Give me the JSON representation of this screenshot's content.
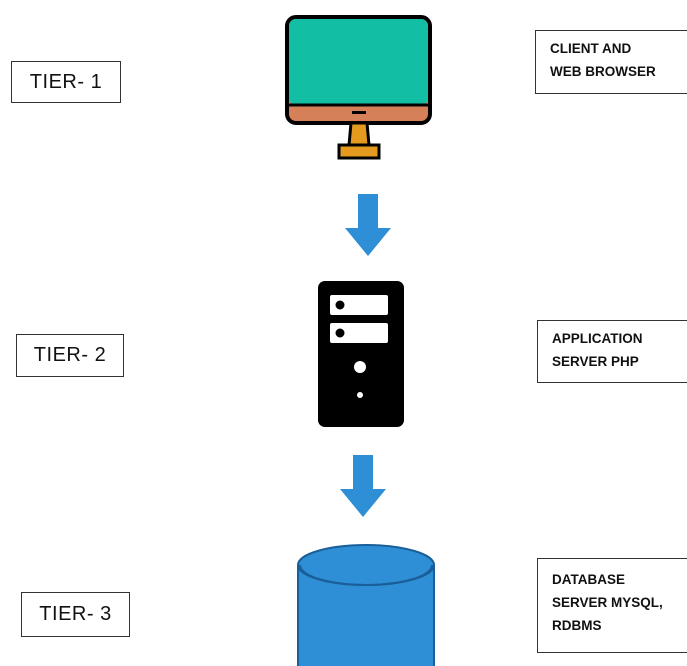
{
  "tiers": [
    {
      "label": "TIER- 1",
      "icon": "monitor-icon",
      "description": [
        "CLIENT AND",
        "WEB BROWSER"
      ]
    },
    {
      "label": "TIER- 2",
      "icon": "server-tower-icon",
      "description": [
        "APPLICATION",
        "SERVER PHP"
      ]
    },
    {
      "label": "TIER- 3",
      "icon": "database-cylinder-icon",
      "description": [
        "DATABASE",
        "SERVER MYSQL,",
        "RDBMS"
      ]
    }
  ],
  "colors": {
    "monitor_screen": "#12bfa5",
    "monitor_bezel": "#d6805a",
    "monitor_stand": "#e39a1f",
    "server_body": "#000000",
    "database": "#2f8fd6",
    "arrow": "#2f8fd6"
  }
}
